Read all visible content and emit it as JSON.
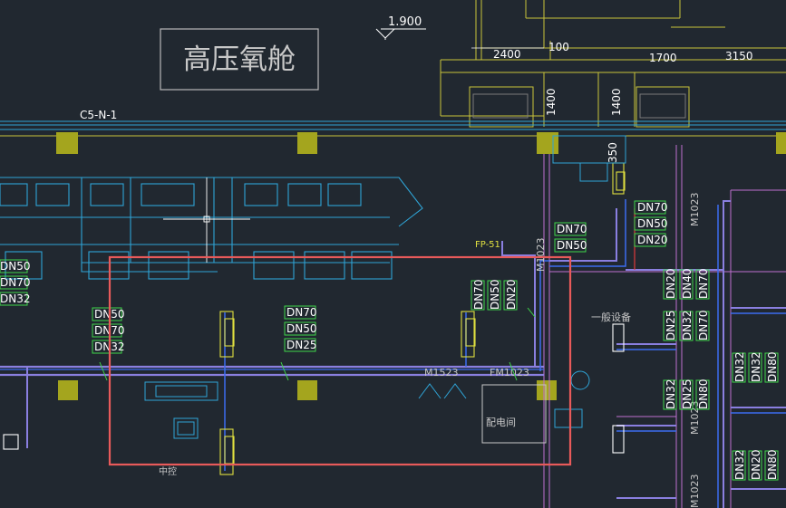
{
  "room_label": "高压氧舱",
  "elevation": "1.900",
  "grid_axis": "C5-N-1",
  "dimensions": {
    "d2400": "2400",
    "d100": "100",
    "d1700": "1700",
    "d3150": "3150",
    "d1400a": "1400",
    "d1400b": "1400",
    "d350": "350"
  },
  "door_tags": {
    "m1523": "M1523",
    "fm1023": "FM1023",
    "m1023a": "M1023",
    "m1023b": "M1023",
    "m1023c": "M1023",
    "m1023d": "M1023"
  },
  "pipe_sizes": {
    "left_top": "DN50",
    "left_mid": "DN70",
    "left_bot": "DN32",
    "g1_a": "DN50",
    "g1_b": "DN70",
    "g1_c": "DN32",
    "g2_a": "DN70",
    "g2_b": "DN50",
    "g2_c": "DN25",
    "v1_a": "DN70",
    "v1_b": "DN50",
    "v1_c": "DN20",
    "mid_a": "DN70",
    "mid_b": "DN50",
    "r1_a": "DN70",
    "r1_b": "DN50",
    "r1_c": "DN20",
    "rv_a": "DN20",
    "rv_b": "DN40",
    "rv_c": "DN70",
    "rv2_a": "DN25",
    "rv2_b": "DN32",
    "rv2_c": "DN70",
    "rv3_a": "DN32",
    "rv3_b": "DN25",
    "rv3_c": "DN80",
    "rv4_a": "DN32",
    "rv4_b": "DN32",
    "rv4_c": "DN80",
    "rv5_a": "DN32",
    "rv5_b": "DN20",
    "rv5_c": "DN80"
  },
  "room_tags": {
    "power_room": "配电间",
    "middle": "中控",
    "general": "一般设备"
  },
  "equipment_tag": "FP-51",
  "highlight_color": "#e85a5a",
  "colors": {
    "background": "#212830",
    "pipe": "#8a7fe0",
    "pipe_blue": "#3c6cf0",
    "wall": "#2fa4d6",
    "column": "#a4a51e",
    "dim_yellow": "#c9c33a",
    "text_white": "#ffffff",
    "label_green": "#3fd64a"
  }
}
